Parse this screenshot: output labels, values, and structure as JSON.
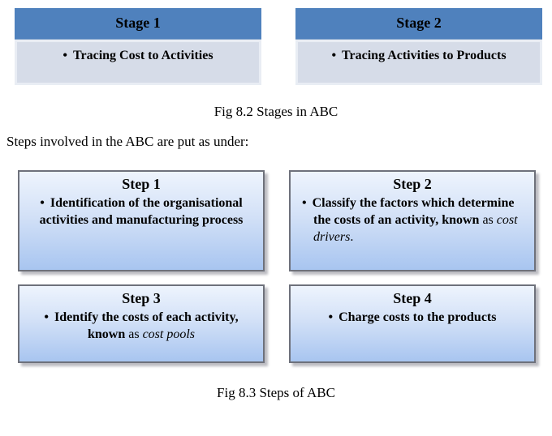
{
  "bullet_char": "•",
  "colors": {
    "stage_header_blue": "#4f81bd",
    "stage_body_gray_blue": "#d6dce8",
    "step_gradient_top": "#eef4fd",
    "step_gradient_bottom": "#a8c5f0",
    "step_border": "#6e717b",
    "text": "#000000"
  },
  "figure_stages": {
    "caption": "Fig 8.2 Stages in ABC",
    "boxes": [
      {
        "title": "Stage 1",
        "bullet_text": "Tracing Cost to Activities"
      },
      {
        "title": "Stage 2",
        "bullet_text": "Tracing Activities to Products"
      }
    ]
  },
  "lead_paragraph": "Steps involved in the ABC are put as under:",
  "figure_steps": {
    "caption": "Fig 8.3 Steps of ABC",
    "boxes": [
      {
        "title": "Step 1",
        "bold": "Identification of the organisational activities and manufacturing process",
        "normal": "",
        "italic": "",
        "after": ""
      },
      {
        "title": "Step 2",
        "bold": "Classify the factors which determine the costs of an activity, known ",
        "normal": "as ",
        "italic": "cost drivers",
        "after": "."
      },
      {
        "title": "Step 3",
        "bold": "Identify the costs of each activity, known ",
        "normal": "as ",
        "italic": "cost pools",
        "after": ""
      },
      {
        "title": "Step 4",
        "bold": "Charge costs to the products",
        "normal": "",
        "italic": "",
        "after": ""
      }
    ]
  }
}
